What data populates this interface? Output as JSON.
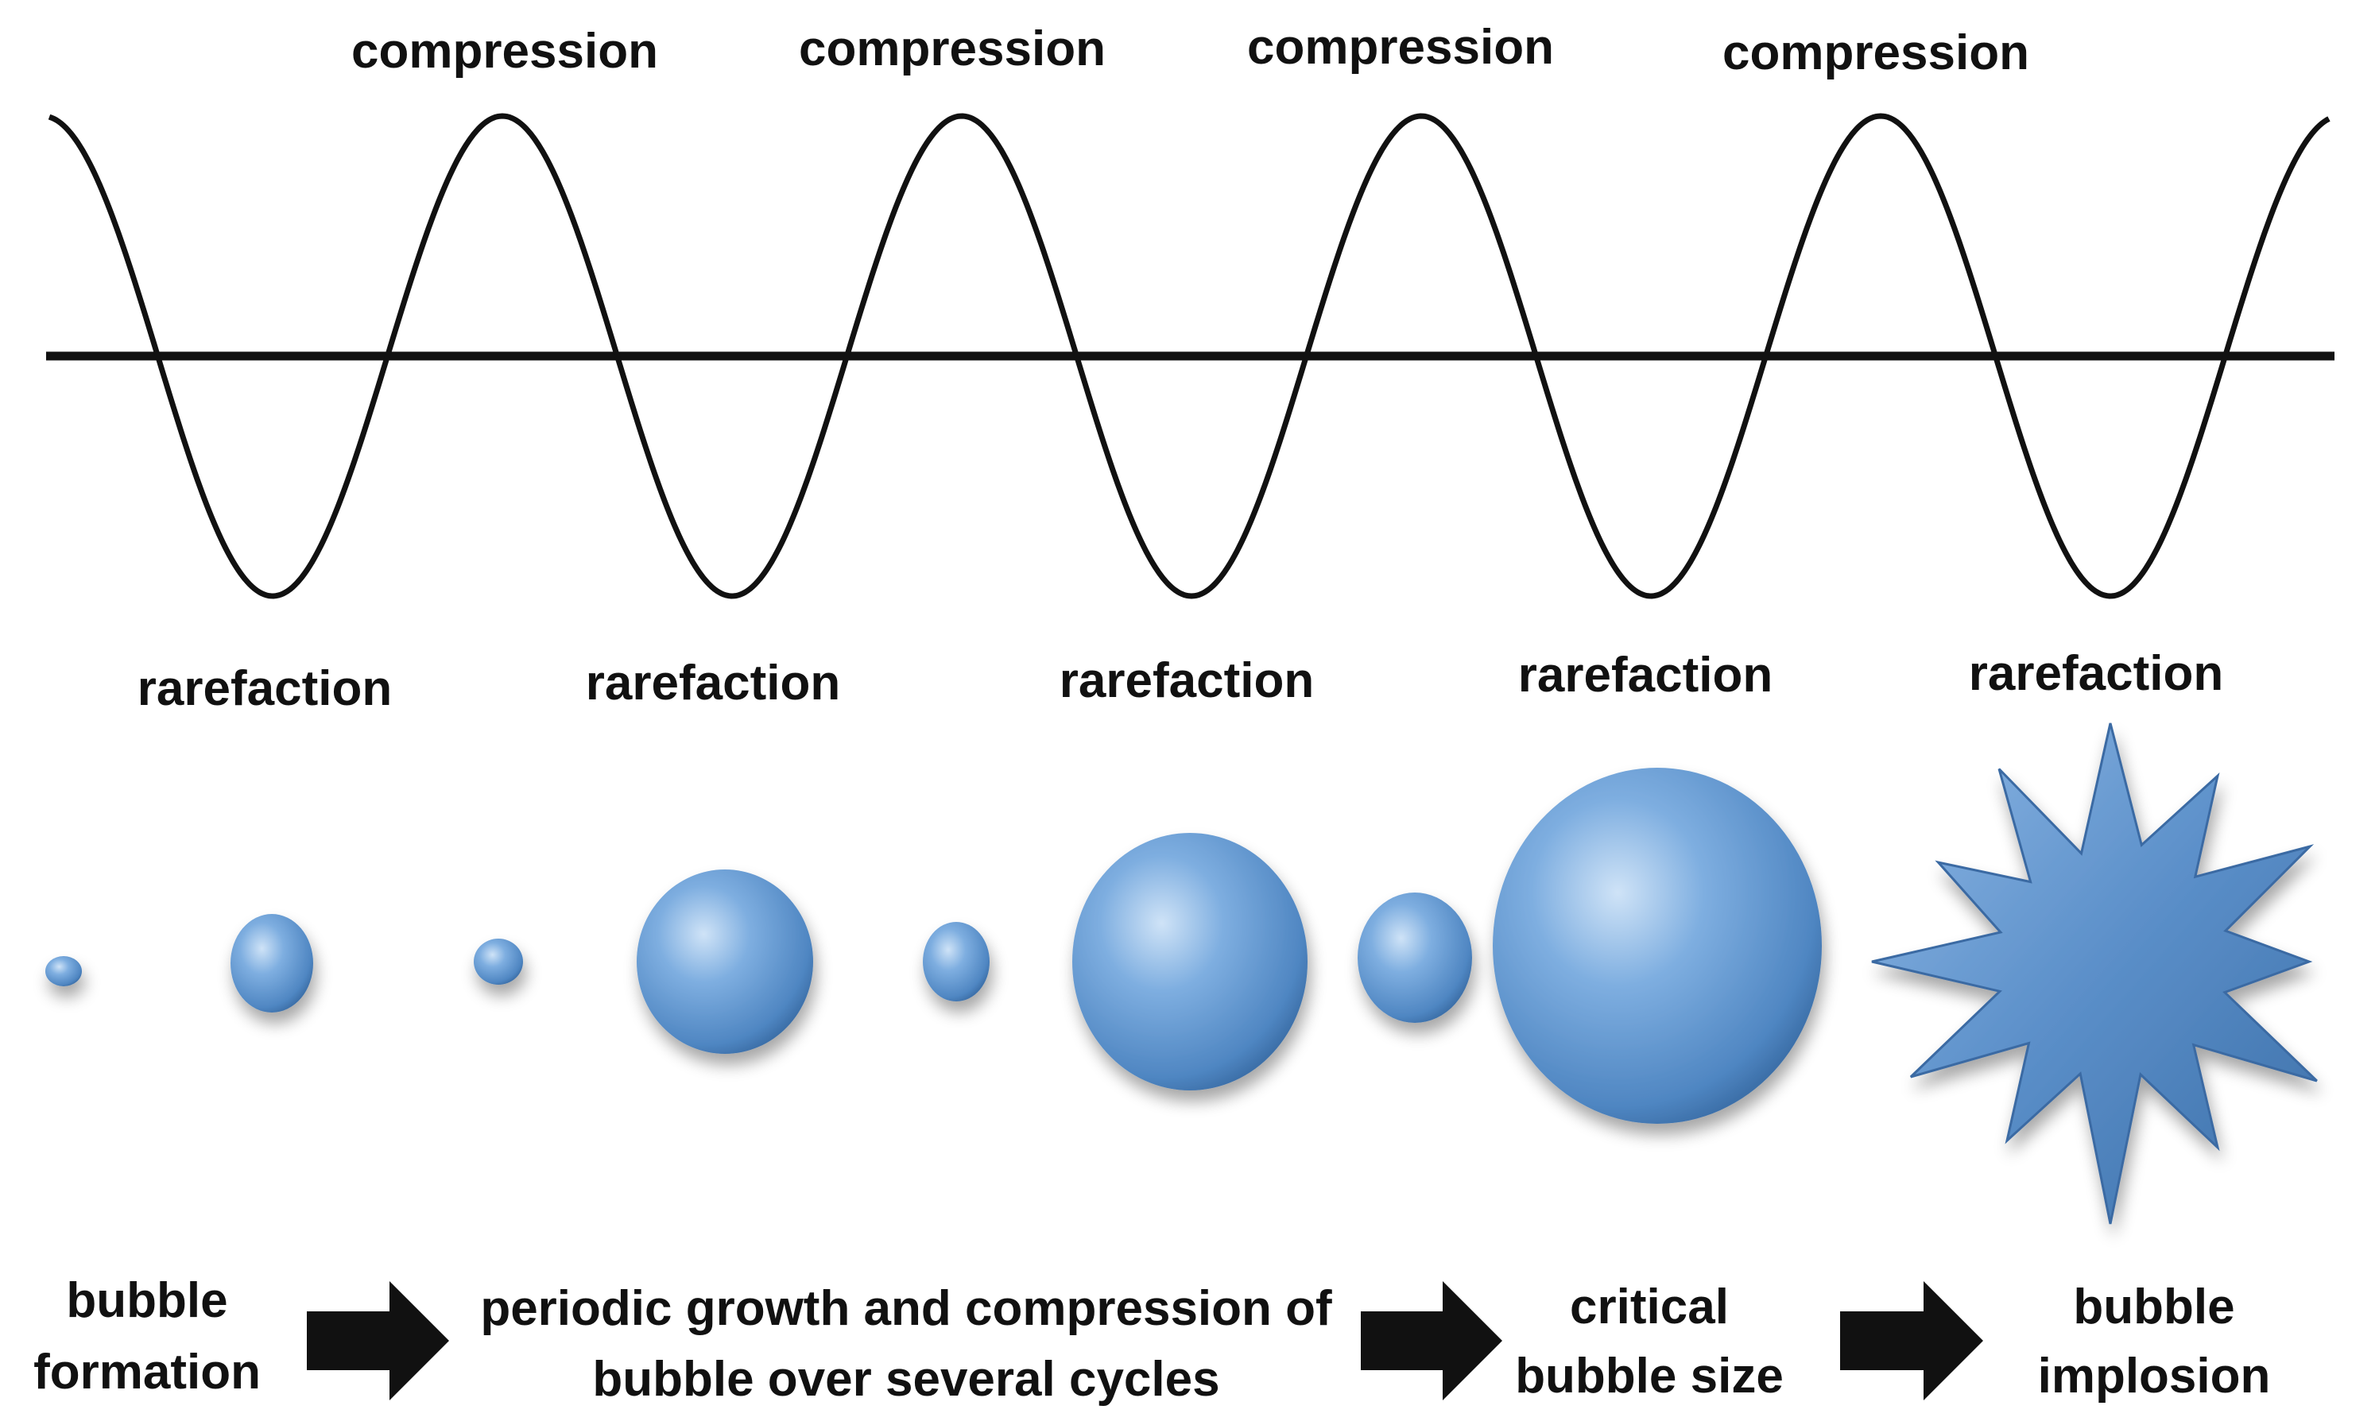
{
  "wave": {
    "compression_labels": [
      "compression",
      "compression",
      "compression",
      "compression"
    ],
    "rarefaction_labels": [
      "rarefaction",
      "rarefaction",
      "rarefaction",
      "rarefaction",
      "rarefaction"
    ]
  },
  "bubbles": {
    "color": "#5b8fc9",
    "highlight": "#cfe3f7",
    "shadow": "#2f5f96",
    "implosion_shape": "starburst"
  },
  "stages": [
    {
      "lines": [
        "bubble",
        "formation"
      ]
    },
    {
      "lines": [
        "periodic growth and compression of",
        "bubble over several cycles"
      ]
    },
    {
      "lines": [
        "critical",
        "bubble size"
      ]
    },
    {
      "lines": [
        "bubble",
        "implosion"
      ]
    }
  ],
  "arrow_icon": "right-arrow-icon"
}
